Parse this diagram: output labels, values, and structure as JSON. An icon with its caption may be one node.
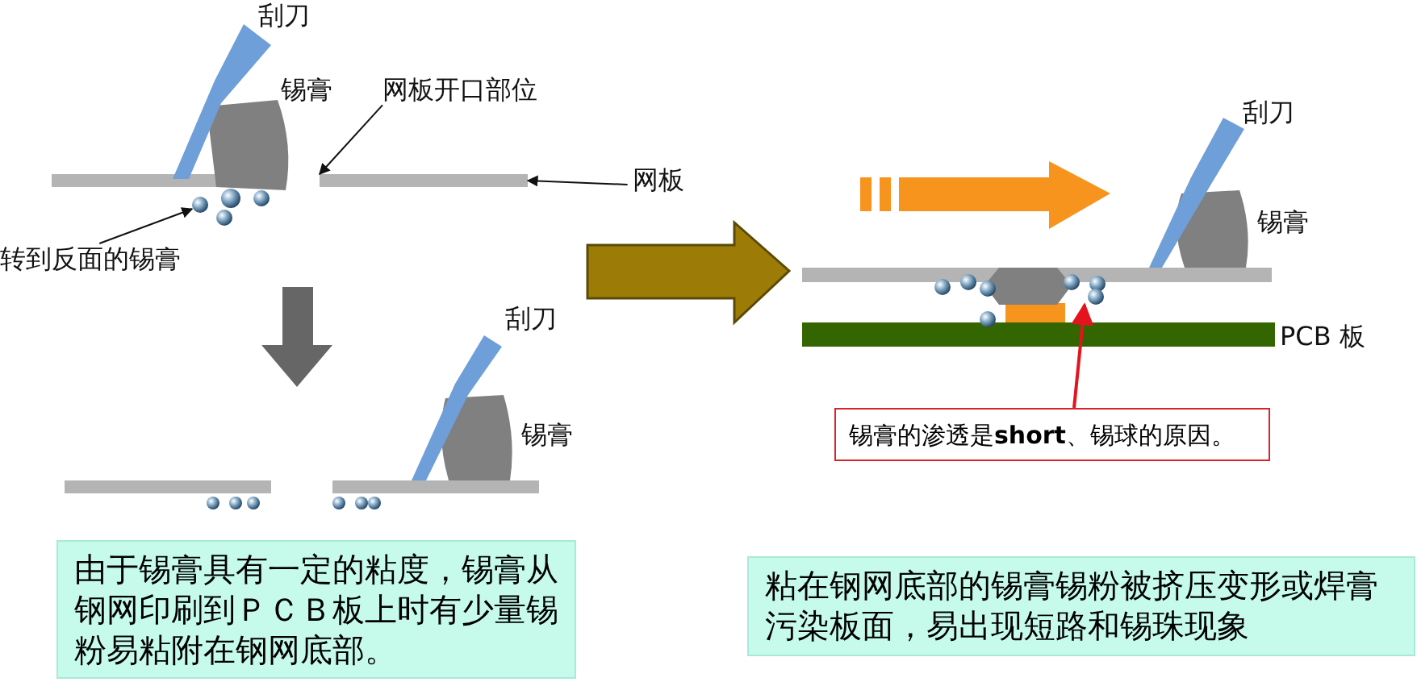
{
  "diagram": {
    "nodes": [
      {
        "text": [
          "网板开口部位"
        ]
      },
      {
        "text": [
          "网板"
        ]
      },
      {
        "text": [],
        "shape": "bar"
      },
      {
        "text": [
          "转到反面的锡膏"
        ]
      },
      {
        "text": [],
        "shape": "circle"
      },
      {
        "text": [],
        "shape": "circle"
      },
      {
        "text": [
          "锡膏的渗透是**short**、锡球的原因。"
        ]
      },
      {
        "text": [
          "由于锡膏具有一定的粘度，锡膏从钢网印刷到ＰＣＢ板上时有少量锡粉易粘附在钢网底部。"
        ]
      },
      {
        "text": [
          "粘在钢网底部的锡膏锡粉被挤压变形或焊膏污染板面，易出现短路和锡珠现象"
        ]
      }
    ],
    "edges": [
      {
        "from": 0,
        "to": 2,
        "arrow": "to"
      },
      {
        "from": 1,
        "to": 2,
        "arrow": "to"
      },
      {
        "from": 3,
        "to": 4,
        "arrow": "to"
      },
      {
        "from": 6,
        "to": 5,
        "arrow": "to",
        "color": "#e3141e"
      }
    ],
    "labels": [
      "刮刀",
      "锡膏",
      "刮刀",
      "锡膏",
      "PCB 板",
      "刮刀",
      "锡膏"
    ]
  }
}
